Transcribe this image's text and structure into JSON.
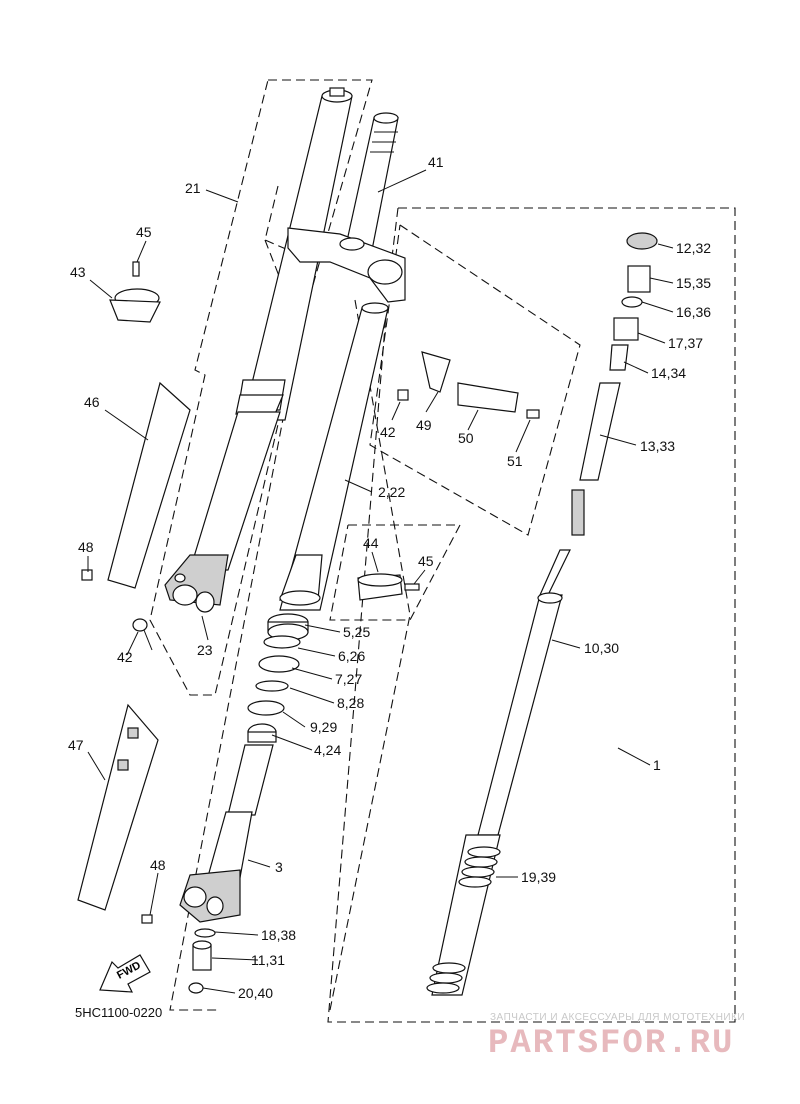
{
  "diagram_code": "5HC1100-0220",
  "direction_arrow": "FWD",
  "watermark": {
    "small": "ЗАПЧАСТИ И АКСЕССУАРЫ ДЛЯ МОТОТЕХНИКИ",
    "big": "PARTSFOR.RU"
  },
  "callouts": [
    {
      "id": "c1",
      "text": "1"
    },
    {
      "id": "c2",
      "text": "2,22"
    },
    {
      "id": "c3",
      "text": "3"
    },
    {
      "id": "c4",
      "text": "4,24"
    },
    {
      "id": "c5",
      "text": "5,25"
    },
    {
      "id": "c6",
      "text": "6,26"
    },
    {
      "id": "c7",
      "text": "7,27"
    },
    {
      "id": "c8",
      "text": "8,28"
    },
    {
      "id": "c9",
      "text": "9,29"
    },
    {
      "id": "c10",
      "text": "10,30"
    },
    {
      "id": "c11",
      "text": "11,31"
    },
    {
      "id": "c12",
      "text": "12,32"
    },
    {
      "id": "c13",
      "text": "13,33"
    },
    {
      "id": "c14",
      "text": "14,34"
    },
    {
      "id": "c15",
      "text": "15,35"
    },
    {
      "id": "c16",
      "text": "16,36"
    },
    {
      "id": "c17",
      "text": "17,37"
    },
    {
      "id": "c18",
      "text": "18,38"
    },
    {
      "id": "c19",
      "text": "19,39"
    },
    {
      "id": "c20",
      "text": "20,40"
    },
    {
      "id": "c21",
      "text": "21"
    },
    {
      "id": "c23",
      "text": "23"
    },
    {
      "id": "c41",
      "text": "41"
    },
    {
      "id": "c42a",
      "text": "42"
    },
    {
      "id": "c42b",
      "text": "42"
    },
    {
      "id": "c43",
      "text": "43"
    },
    {
      "id": "c44",
      "text": "44"
    },
    {
      "id": "c45a",
      "text": "45"
    },
    {
      "id": "c45b",
      "text": "45"
    },
    {
      "id": "c46",
      "text": "46"
    },
    {
      "id": "c47",
      "text": "47"
    },
    {
      "id": "c48a",
      "text": "48"
    },
    {
      "id": "c48b",
      "text": "48"
    },
    {
      "id": "c49",
      "text": "49"
    },
    {
      "id": "c50",
      "text": "50"
    },
    {
      "id": "c51",
      "text": "51"
    }
  ]
}
